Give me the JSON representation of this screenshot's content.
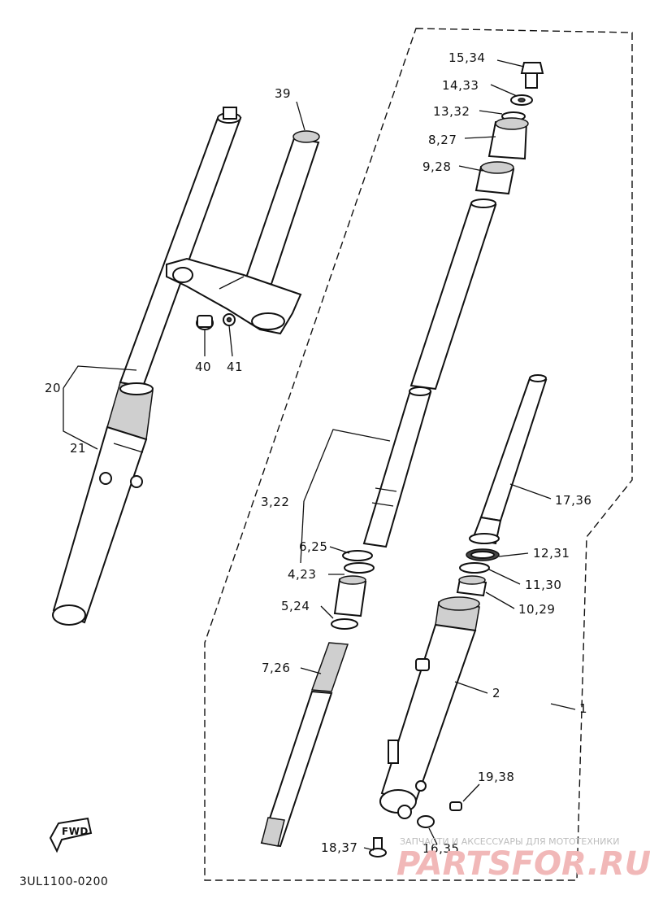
{
  "callouts": {
    "c15_34": "15,34",
    "c14_33": "14,33",
    "c13_32": "13,32",
    "c8_27": "8,27",
    "c9_28": "9,28",
    "c39": "39",
    "c40": "40",
    "c41": "41",
    "c20": "20",
    "c21": "21",
    "c3_22": "3,22",
    "c6_25": "6,25",
    "c4_23": "4,23",
    "c5_24": "5,24",
    "c7_26": "7,26",
    "c17_36": "17,36",
    "c12_31": "12,31",
    "c11_30": "11,30",
    "c10_29": "10,29",
    "c2": "2",
    "c1": "1",
    "c19_38": "19,38",
    "c18_37": "18,37",
    "c16_35": "16,35"
  },
  "fwd_label": "FWD",
  "diagram_code": "3UL1100-0200",
  "watermark": {
    "caption": "ЗАПЧАСТИ И АКСЕССУАРЫ ДЛЯ МОТОТЕХНИКИ",
    "brand": "PARTSFOR.RU"
  },
  "colors": {
    "line": "#111111",
    "shade": "#cfcfcf",
    "watermark": "#f1b8b8"
  }
}
